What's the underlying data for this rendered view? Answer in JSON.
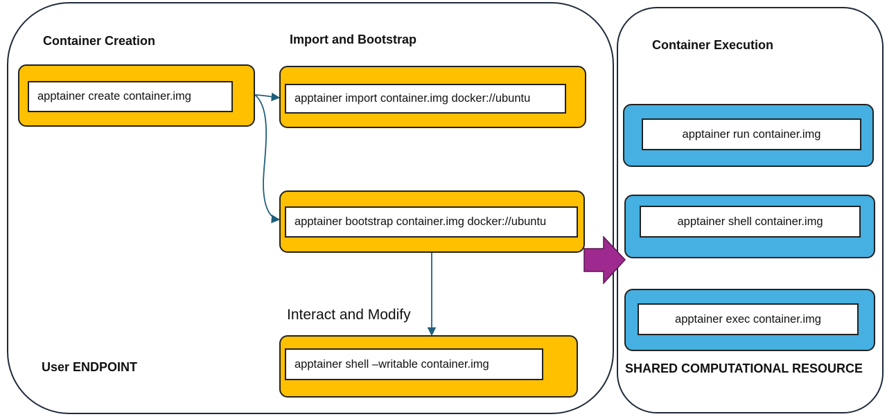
{
  "colors": {
    "box_orange": "#ffc000",
    "box_blue": "#45b0e1",
    "arrow_teal": "#1f5f7a",
    "big_arrow_purple": "#9e2a8f"
  },
  "left_panel": {
    "label": "User ENDPOINT",
    "creation": {
      "heading": "Container Creation",
      "command": "apptainer create container.img"
    },
    "import_bootstrap": {
      "heading": "Import and Bootstrap",
      "import_command": "apptainer import container.img docker://ubuntu",
      "bootstrap_command": "apptainer bootstrap  container.img docker://ubuntu"
    },
    "interact": {
      "heading": "Interact and Modify",
      "command": "apptainer shell –writable container.img"
    }
  },
  "right_panel": {
    "label": "SHARED COMPUTATIONAL RESOURCE",
    "heading": "Container Execution",
    "run_command": "apptainer run container.img",
    "shell_command": "apptainer shell container.img",
    "exec_command": "apptainer exec container.img"
  },
  "icons": {
    "flow_arrow": "purple-right-arrow-icon"
  }
}
